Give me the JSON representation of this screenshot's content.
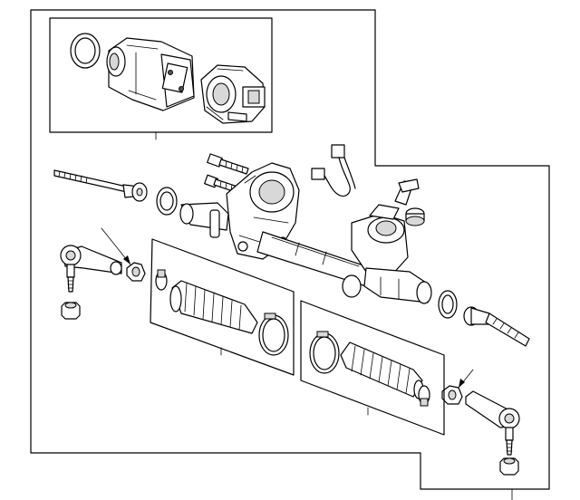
{
  "diagram": {
    "kind": "exploded-parts-view",
    "stroke_color": "#000000",
    "background_color": "#ffffff",
    "assemblies": [
      "motor-assembly-inset",
      "steering-gear-housing",
      "inner-tie-rod-left",
      "inner-tie-rod-right",
      "outer-tie-rod-end-left",
      "outer-tie-rod-end-right",
      "boot-kit-left",
      "boot-kit-right"
    ]
  }
}
